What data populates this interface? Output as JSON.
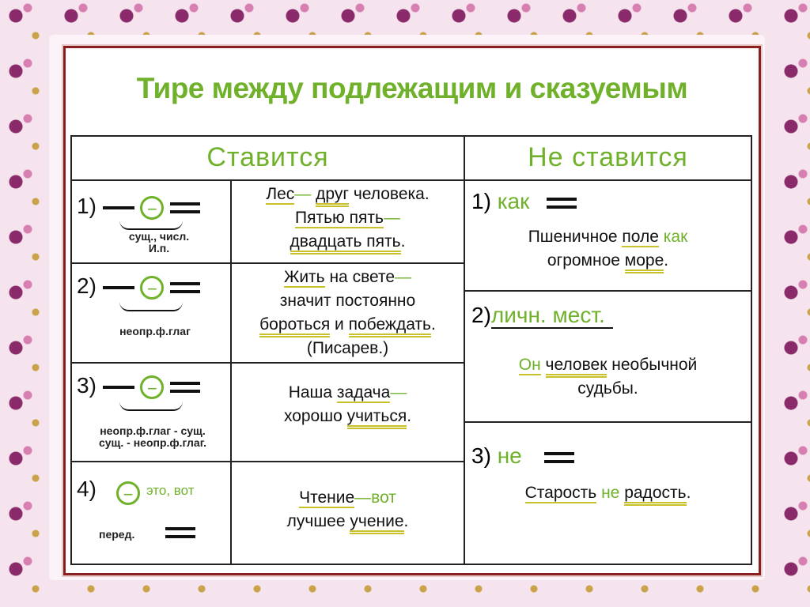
{
  "title": "Тире между подлежащим и сказуемым",
  "headers": {
    "left": "Ставится",
    "right": "Не ставится"
  },
  "left_rows": [
    {
      "num": "1)",
      "scheme_note": [
        "сущ., числ.",
        "И.п."
      ],
      "example": [
        [
          "Лес",
          "— ",
          "друг",
          " человека."
        ],
        [
          "Пятью пять",
          "—"
        ],
        [
          "двадцать пять",
          "."
        ]
      ]
    },
    {
      "num": "2)",
      "scheme_note": [
        "неопр.ф.глаг"
      ],
      "example": [
        [
          "Жить",
          " на свете",
          "—"
        ],
        [
          "значит постоянно"
        ],
        [
          "бороться",
          " и ",
          "побеждать",
          "."
        ],
        [
          "(Писарев.)"
        ]
      ]
    },
    {
      "num": "3)",
      "scheme_note": [
        "неопр.ф.глаг - сущ.",
        "сущ. - неопр.ф.глаг."
      ],
      "example": [
        [
          "Наша ",
          "задача",
          "—"
        ],
        [
          "хорошо ",
          "учиться",
          "."
        ]
      ]
    },
    {
      "num": "4)",
      "scheme_extra": "это, вот",
      "scheme_note": [
        "перед."
      ],
      "example": [
        [
          "Чтение",
          "—",
          "вот"
        ],
        [
          "лучшее ",
          "учение",
          "."
        ]
      ]
    }
  ],
  "right_rows": [
    {
      "num": "1)",
      "word": "как",
      "example": [
        [
          "Пшеничное ",
          "поле",
          " как"
        ],
        [
          "огромное ",
          "море",
          "."
        ]
      ]
    },
    {
      "num": "2)",
      "word": "личн. мест.",
      "example": [
        [
          "Он",
          " ",
          "человек",
          " необычной"
        ],
        [
          "судьбы."
        ]
      ]
    },
    {
      "num": "3)",
      "word": "не",
      "example": [
        [
          "Старость",
          " не ",
          "радость",
          "."
        ]
      ]
    }
  ],
  "symbols": {
    "minus": "−"
  },
  "colors": {
    "accent": "#6fb12a",
    "frame": "#8b1f1f",
    "underline": "#c9c12a"
  }
}
